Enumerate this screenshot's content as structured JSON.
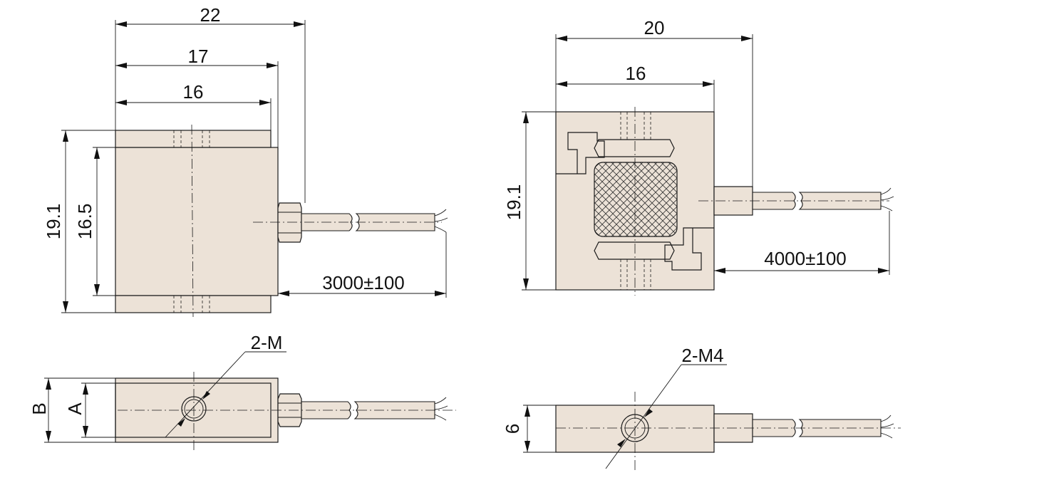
{
  "front_left": {
    "dim_top": "22",
    "dim_mid": "17",
    "dim_inner": "16",
    "dim_height_outer": "19.1",
    "dim_height_inner": "16.5",
    "cable_length": "3000±100"
  },
  "front_right": {
    "dim_top": "20",
    "dim_inner": "16",
    "dim_height": "19.1",
    "cable_length": "4000±100"
  },
  "bottom_left": {
    "thread_label": "2-M",
    "dim_b": "B",
    "dim_a": "A"
  },
  "bottom_right": {
    "thread_label": "2-M4",
    "dim_thickness": "6"
  },
  "colors": {
    "part_fill": "#ece2d7",
    "line": "#1a1a1a"
  }
}
